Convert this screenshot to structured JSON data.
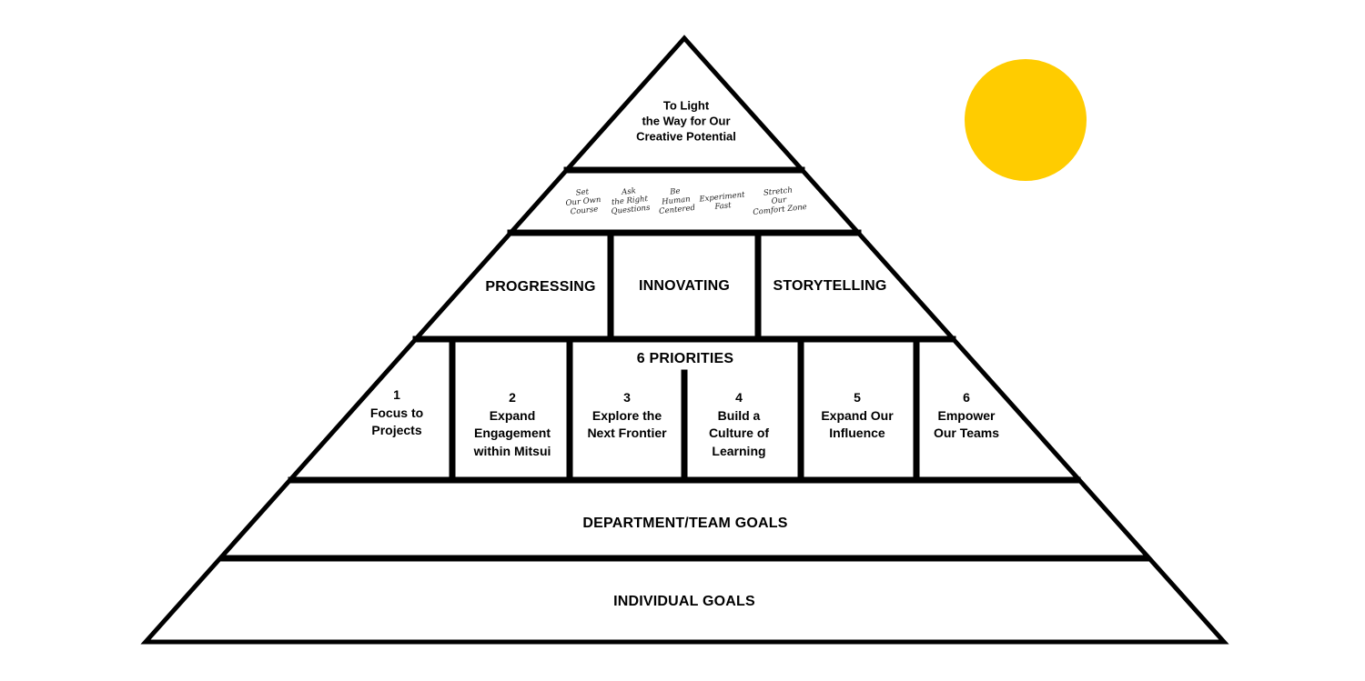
{
  "colors": {
    "line": "#000000",
    "sun": "#FFCC00",
    "background": "#FFFFFF"
  },
  "apex": {
    "line1": "To Light",
    "line2": "the Way for Our",
    "line3": "Creative Potential"
  },
  "principles": [
    {
      "line1": "Set",
      "line2": "Our Own",
      "line3": "Course"
    },
    {
      "line1": "Ask",
      "line2": "the Right",
      "line3": "Questions"
    },
    {
      "line1": "Be",
      "line2": "Human",
      "line3": "Centered"
    },
    {
      "line1": "Experiment",
      "line2": "Fast",
      "line3": ""
    },
    {
      "line1": "Stretch",
      "line2": "Our",
      "line3": "Comfort Zone"
    }
  ],
  "values": {
    "progressing": "PROGRESSING",
    "innovating": "INNOVATING",
    "storytelling": "STORYTELLING"
  },
  "priorities": {
    "heading": "6 PRIORITIES",
    "items": [
      {
        "number": "1",
        "line1": "Focus to",
        "line2": "Projects",
        "line3": ""
      },
      {
        "number": "2",
        "line1": "Expand",
        "line2": "Engagement",
        "line3": "within Mitsui"
      },
      {
        "number": "3",
        "line1": "Explore the",
        "line2": "Next Frontier",
        "line3": ""
      },
      {
        "number": "4",
        "line1": "Build a",
        "line2": "Culture of",
        "line3": "Learning"
      },
      {
        "number": "5",
        "line1": "Expand Our",
        "line2": "Influence",
        "line3": ""
      },
      {
        "number": "6",
        "line1": "Empower",
        "line2": "Our Teams",
        "line3": ""
      }
    ]
  },
  "department_goals": "DEPARTMENT/TEAM GOALS",
  "individual_goals": "INDIVIDUAL GOALS"
}
